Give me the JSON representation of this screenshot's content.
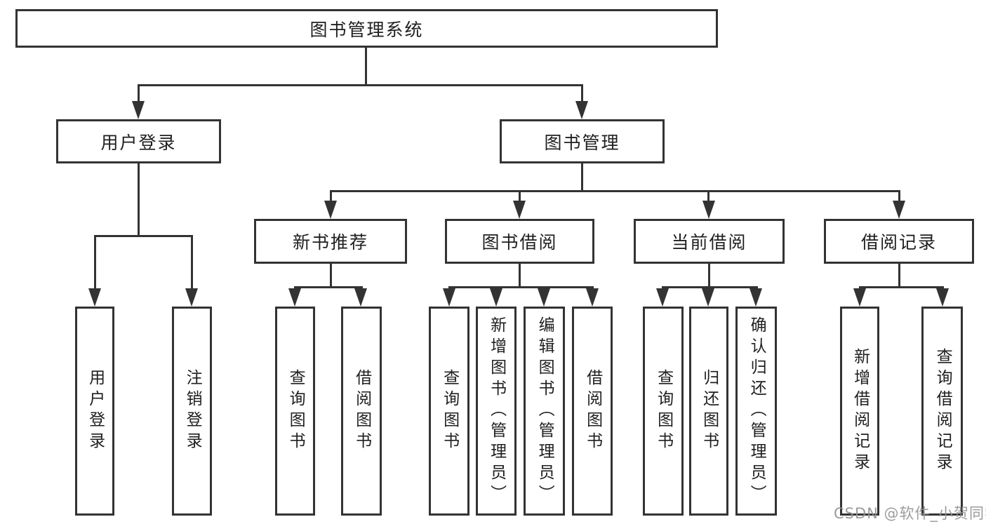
{
  "diagram_title": "图书管理系统",
  "tree": {
    "root": {
      "label": "图书管理系统",
      "children": [
        {
          "label": "用户登录",
          "children": [
            {
              "label": "用户登录"
            },
            {
              "label": "注销登录"
            }
          ]
        },
        {
          "label": "图书管理",
          "children": [
            {
              "label": "新书推荐",
              "children": [
                {
                  "label": "查询图书"
                },
                {
                  "label": "借阅图书"
                }
              ]
            },
            {
              "label": "图书借阅",
              "children": [
                {
                  "label": "查询图书"
                },
                {
                  "label": "新增图书（管理员）"
                },
                {
                  "label": "编辑图书（管理员）"
                },
                {
                  "label": "借阅图书"
                }
              ]
            },
            {
              "label": "当前借阅",
              "children": [
                {
                  "label": "查询图书"
                },
                {
                  "label": "归还图书"
                },
                {
                  "label": "确认归还（管理员）"
                }
              ]
            },
            {
              "label": "借阅记录",
              "children": [
                {
                  "label": "新增借阅记录"
                },
                {
                  "label": "查询借阅记录"
                }
              ]
            }
          ]
        }
      ]
    }
  },
  "watermark": "CSDN @软件_小贺同学",
  "colors": {
    "line": "#333333",
    "text": "#1f1f1f",
    "background": "#ffffff",
    "watermark": "#949494"
  }
}
